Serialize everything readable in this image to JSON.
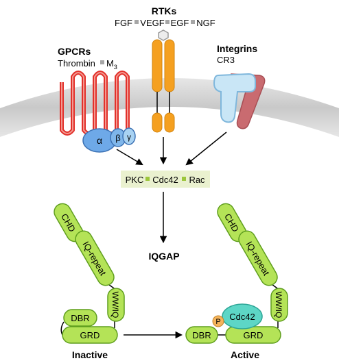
{
  "receptors": {
    "gpcrs": {
      "title": "GPCRs",
      "ligand_a": "Thrombin",
      "ligand_b_base": "M",
      "ligand_b_sub": "3",
      "g_alpha": "α",
      "g_beta": "β",
      "g_gamma": "γ"
    },
    "rtks": {
      "title": "RTKs",
      "ligands": [
        "FGF",
        "VEGF",
        "EGF",
        "NGF"
      ]
    },
    "integrins": {
      "title": "Integrins",
      "subtitle": "CR3"
    }
  },
  "signals": [
    "PKC",
    "Cdc42",
    "Rac"
  ],
  "center_label": "IQGAP",
  "domains": {
    "chd": "CHD",
    "iq": "IQ-repeat",
    "ww": "WW/IQ",
    "grd": "GRD",
    "dbr": "DBR",
    "phospho": "P",
    "cdc42": "Cdc42"
  },
  "states": {
    "inactive": "Inactive",
    "active": "Active"
  },
  "colors": {
    "membrane": "#d4d4d4",
    "gpcr": "#e2312b",
    "rtk": "#f5a020",
    "integrin_a": "#c9e6f6",
    "integrin_b": "#c96b70",
    "g_protein": "#6ea9e8",
    "signal_box": "#eaf1cf",
    "signal_sep": "#9cc63b",
    "domain_fill": "#b4e357",
    "domain_stroke": "#5f9e1e",
    "cdc42": "#5dd6c6",
    "phospho": "#f5b45c"
  }
}
